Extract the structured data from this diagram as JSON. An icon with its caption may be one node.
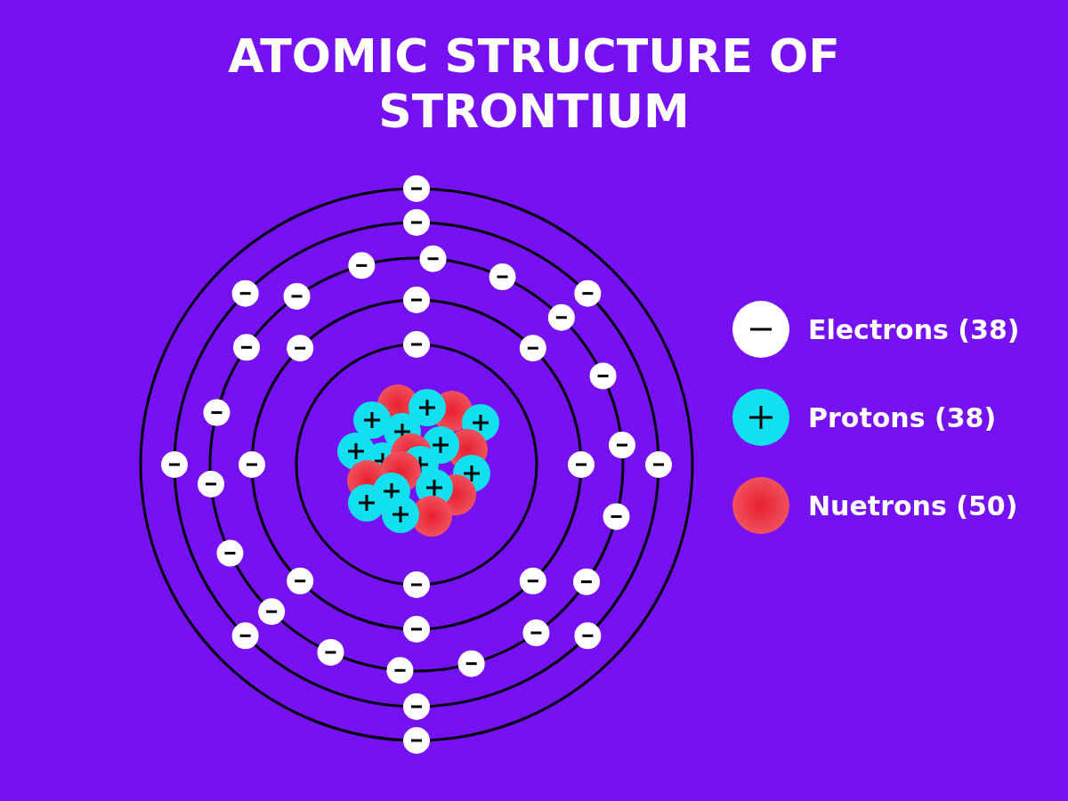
{
  "diagram": {
    "title": "ATOMIC STRUCTURE OF STRONTIUM",
    "legend": [
      {
        "text": "Electrons (38)",
        "color": "#ffffff"
      },
      {
        "text": "Protons (38)",
        "color": "#12e0f0"
      },
      {
        "text": "Nuetrons (50)",
        "color": "#f0505e"
      }
    ]
  }
}
